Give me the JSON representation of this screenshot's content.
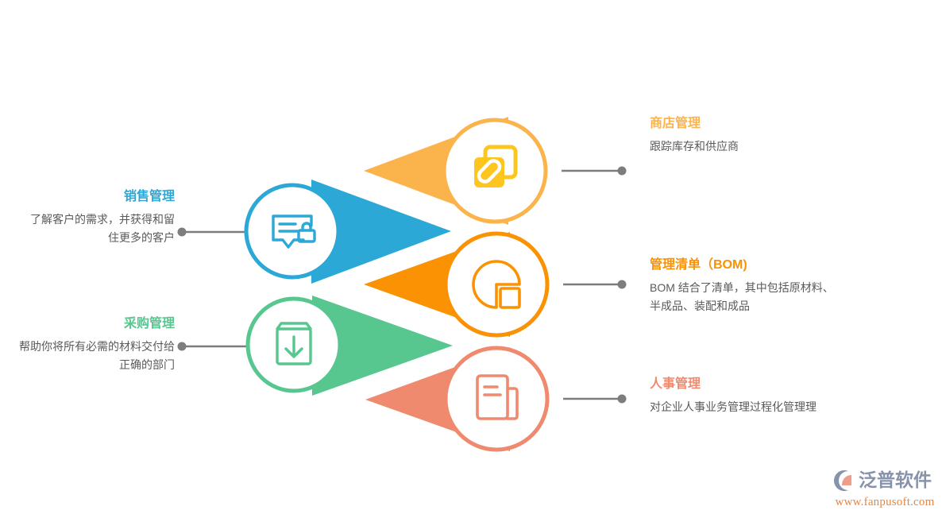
{
  "palette": {
    "blue": "#2BA8D6",
    "green": "#57C68F",
    "light_orange": "#FBB44C",
    "orange": "#FA9204",
    "yellow": "#FCC61E",
    "salmon": "#EF8A6E",
    "connector_gray": "#7d7d7d",
    "body_text": "#5a5a5a",
    "logo_blue": "#8792ab",
    "logo_orange": "#e8863f"
  },
  "nodes": [
    {
      "id": "sales",
      "side": "left",
      "title": "销售管理",
      "desc": "了解客户的需求，并获得和留住更多的客户",
      "color": "#2BA8D6",
      "icon": "chat-lock-icon"
    },
    {
      "id": "purchasing",
      "side": "left",
      "title": "采购管理",
      "desc": "帮助你将所有必需的材料交付给正确的部门",
      "color": "#57C68F",
      "icon": "box-download-icon"
    },
    {
      "id": "shop",
      "side": "right",
      "title": "商店管理",
      "desc": "跟踪库存和供应商",
      "color": "#FBB44C",
      "icon": "link-copy-icon"
    },
    {
      "id": "bom",
      "side": "right",
      "title": "管理清单（BOM)",
      "desc": "BOM 结合了清单，其中包括原材料、半成品、装配和成品",
      "color": "#FA9204",
      "icon": "pie-chart-square-icon"
    },
    {
      "id": "hr",
      "side": "right",
      "title": "人事管理",
      "desc": "对企业人事业务管理过程化管理理",
      "color": "#EF8A6E",
      "icon": "document-pages-icon"
    }
  ],
  "logo": {
    "name": "泛普软件",
    "url": "www.fanpusoft.com",
    "mark": "fanpu-logo-icon"
  }
}
